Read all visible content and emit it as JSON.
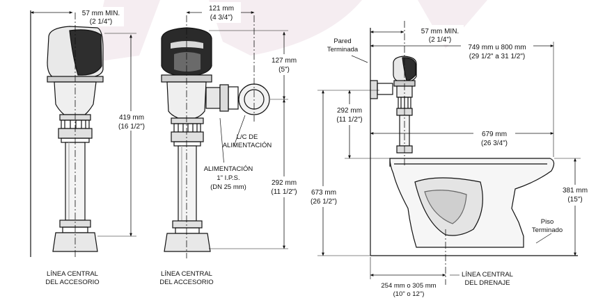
{
  "colors": {
    "line": "#111111",
    "watermark": "#efe4ea",
    "fill_light": "#e6e6e6",
    "fill_mid": "#bdbdbd",
    "head_dark": "#2a2a2a"
  },
  "left_view": {
    "dim_top": {
      "mm": "57 mm MIN.",
      "in": "(2 1/4\")"
    },
    "dim_height": {
      "mm": "419 mm",
      "in": "(16 1/2\")"
    },
    "centerline": {
      "line1": "LÍNEA CENTRAL",
      "line2": "DEL ACCESORIO"
    }
  },
  "middle_view": {
    "dim_width": {
      "mm": "121 mm",
      "in": "(4 3/4\")"
    },
    "dim_127": {
      "mm": "127 mm",
      "in": "(5\")"
    },
    "lc_label": {
      "line1": "L/C DE",
      "line2": "ALIMENTACIÓN"
    },
    "supply_label": {
      "line1": "ALIMENTACIÓN",
      "line2": "1\" I.P.S.",
      "line3": "(DN 25 mm)"
    },
    "dim_292": {
      "mm": "292 mm",
      "in": "(11 1/2\")"
    },
    "centerline": {
      "line1": "LÍNEA CENTRAL",
      "line2": "DEL ACCESORIO"
    }
  },
  "right_view": {
    "wall_label": {
      "line1": "Pared",
      "line2": "Terminada"
    },
    "dim_57": {
      "mm": "57 mm MIN.",
      "in": "(2 1/4\")"
    },
    "dim_749": {
      "mm": "749 mm u 800 mm",
      "in": "(29 1/2\" a 31 1/2\")"
    },
    "dim_292": {
      "mm": "292 mm",
      "in": "(11 1/2\")"
    },
    "dim_679": {
      "mm": "679 mm",
      "in": "(26 3/4\")"
    },
    "dim_673": {
      "mm": "673 mm",
      "in": "(26 1/2\")"
    },
    "dim_381": {
      "mm": "381 mm",
      "in": "(15\")"
    },
    "floor_label": {
      "line1": "Piso",
      "line2": "Terminado"
    },
    "dim_254": {
      "mm": "254 mm o 305 mm",
      "in": "(10\" o 12\")"
    },
    "drain_label": {
      "line1": "LÍNEA CENTRAL",
      "line2": "DEL DRENAJE"
    }
  }
}
